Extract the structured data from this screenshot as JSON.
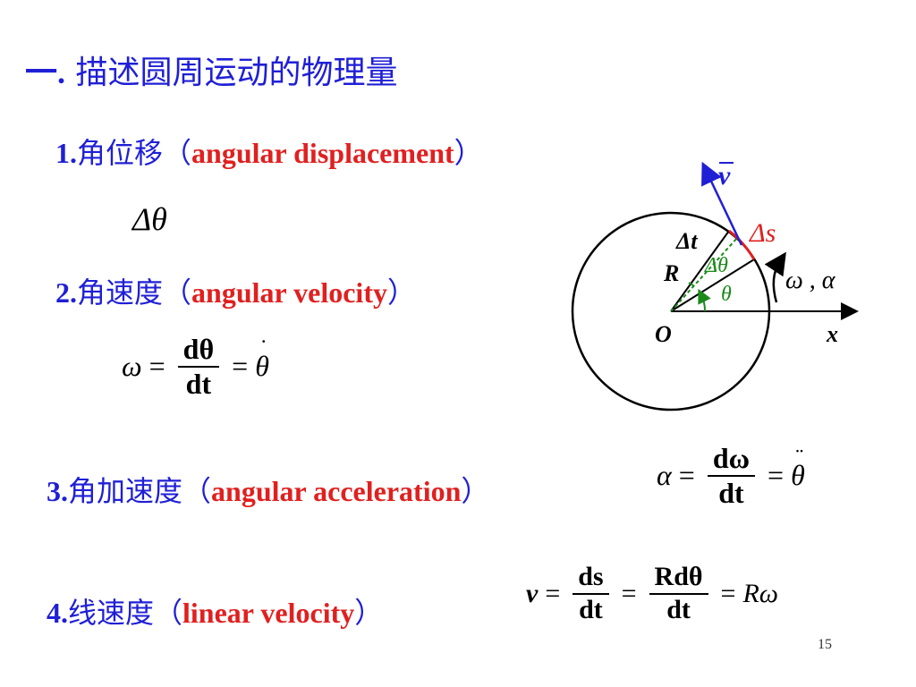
{
  "title": {
    "number": "一.",
    "text": " 描述圆周运动的物理量"
  },
  "items": [
    {
      "num": "1.",
      "cn": "角位移（",
      "en": "angular displacement",
      "close": "）"
    },
    {
      "num": "2.",
      "cn": "角速度（",
      "en": "angular velocity",
      "close": "）"
    },
    {
      "num": "3.",
      "cn": "角加速度（",
      "en": "angular acceleration",
      "close": "）"
    },
    {
      "num": "4.",
      "cn": "线速度（",
      "en": "linear velocity",
      "close": "）"
    }
  ],
  "formulas": {
    "delta_theta": "Δθ",
    "omega": {
      "lhs": "ω",
      "eq": "=",
      "num": "dθ",
      "den": "dt",
      "eq2": "=",
      "rhs": "θ",
      "dot": "˙"
    },
    "alpha": {
      "lhs": "α",
      "eq": "=",
      "num": "dω",
      "den": "dt",
      "eq2": "=",
      "rhs": "θ",
      "dot": "¨"
    },
    "v": {
      "lhs": "v",
      "eq": "=",
      "num1": "ds",
      "den1": "dt",
      "eq2": "=",
      "num2": "Rdθ",
      "den2": "dt",
      "eq3": "=",
      "rhs": "Rω"
    }
  },
  "diagram": {
    "v_label": "v",
    "ds_label": "Δs",
    "dt_label": "Δt",
    "R_label": "R",
    "dtheta_label": "Δθ",
    "theta_label": "θ",
    "omega_alpha_label": "ω , α",
    "O_label": "O",
    "x_label": "x",
    "colors": {
      "circle": "#000000",
      "velocity": "#1f1fd6",
      "arc": "#e02020",
      "angle": "#1a8a1a"
    }
  },
  "page_number": "15"
}
